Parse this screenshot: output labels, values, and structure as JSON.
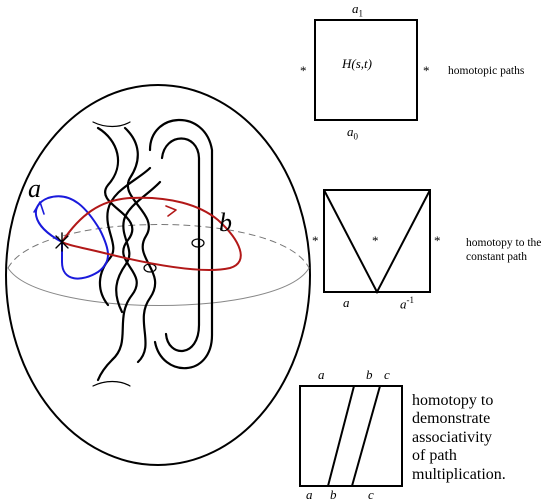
{
  "colors": {
    "stroke": "#000000",
    "loop_a": "#1a1adc",
    "loop_b": "#b21818",
    "equator": "#999999"
  },
  "left_figure": {
    "label_a": "a",
    "label_b": "b"
  },
  "panel_homotopic": {
    "top": "a",
    "top_sub": "1",
    "bottom": "a",
    "bottom_sub": "0",
    "left": "*",
    "right": "*",
    "center": "H(s,t)",
    "caption": "homotopic paths"
  },
  "panel_constant": {
    "left": "*",
    "center": "*",
    "right": "*",
    "bottom_left": "a",
    "bottom_right": "a",
    "bottom_right_sup": "-1",
    "caption": [
      "homotopy to the",
      "constant path"
    ]
  },
  "panel_assoc": {
    "top": [
      "a",
      "b",
      "c"
    ],
    "bottom": [
      "a",
      "b",
      "c"
    ],
    "caption": [
      "homotopy to",
      "demonstrate",
      "associativity",
      "of path",
      "multiplication."
    ]
  }
}
